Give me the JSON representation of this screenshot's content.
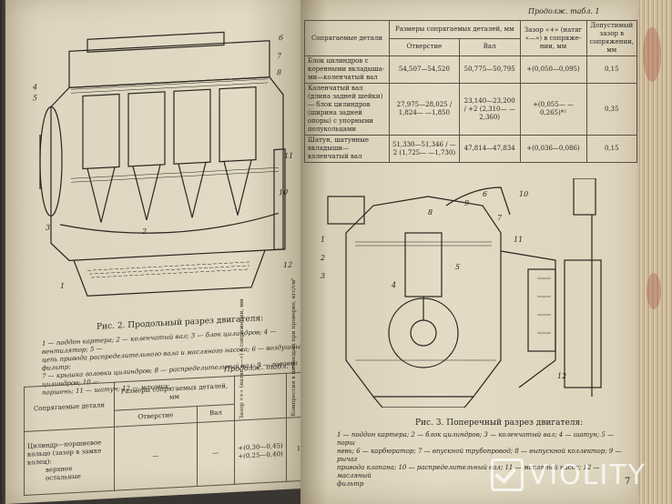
{
  "left_page": {
    "figure_caption": "Рис. 2. Продольный разрез двигателя:",
    "legend_lines": [
      "1 — поддон картера; 2 — коленчатый вал; 3 — блок цилиндров; 4 — вентилятор; 5 —",
      "цепь привода распределительного вала и масляного насоса; 6 — воздушный фильтр;",
      "7 — крышка головки цилиндров; 8 — распределительный вал; 9 — головка цилиндров; 10 —",
      "поршень; 11 — шатун; 12 — маховик"
    ],
    "table_title": "Продолж. табл. 1",
    "table": {
      "col_parts": "Сопрягаемые детали",
      "col_sizes": "Размеры сопрягаемых деталей, мм",
      "col_hole": "Отверстие",
      "col_shaft": "Вал",
      "col_gap": "Зазор «+» (натяг «—») в сопряжении, мм",
      "col_limit": "Комп­рессия в цилиндрах при проверке, кгс/см²",
      "row_label": "Цилиндр—поршне­вое кольцо (зазор в за­мке колец):",
      "row_sub1": "верхнее",
      "row_sub2": "остальные",
      "row_hole": "—",
      "row_shaft": "—",
      "row_gap1": "+(0,30—0,45)",
      "row_gap2": "+(0,25—0,40)",
      "row_limit": "1"
    }
  },
  "right_page": {
    "table_title": "Продолж. табл. 1",
    "table": {
      "col_parts": "Сопрягаемые детали",
      "col_sizes": "Размеры сопрягаемых деталей, мм",
      "col_hole": "Отверстие",
      "col_shaft": "Вал",
      "col_gap": "Зазор «+» (натяг «—») в сопряже­нии, мм",
      "col_limit": "Допустимый зазор в сопряжении, мм",
      "rows": [
        {
          "parts": "Блок цилиндров с коренными вкладыша­ми—коленчатый вал",
          "hole": "54,507—54,520",
          "shaft": "50,775—50,795",
          "gap": "+(0,050—0,095)",
          "limit": "0,15"
        },
        {
          "parts": "Коленчатый вал (длина задней шейки)— блок цилиндров (ши­рина задней опоры) с упорными полуколь­цами",
          "hole": "27,975—28,025 / 1,824— —1,850",
          "shaft": "23,140—23,200 / +2 (2,310— —2,360)",
          "gap": "+(0,055— —0,265)*²",
          "limit": "0,35"
        },
        {
          "parts": "Шатун, шатунные вкладыши—коленчатый вал",
          "hole": "51,330—51,346 / —2 (1,725— —1,730)",
          "shaft": "47,814—47,834",
          "gap": "+(0,036—0,086)",
          "limit": "0,15"
        }
      ]
    },
    "figure_caption": "Рис. 3. Поперечный разрез двигателя:",
    "legend_lines": [
      "1 — поддон картера; 2 — блок цилиндров; 3 — коленчатый вал; 4 — шатун; 5 — порш­",
      "невь; 6 — карбюратор; 7 — впускной трубопровод; 8 — выпускной коллектор; 9 — рычаг",
      "привода клапана; 10 — распределительный вал; 11 — масляный насос; 12 — масляный",
      "фильтр"
    ],
    "page_number": "7"
  },
  "watermark": "VIOLITY",
  "colors": {
    "paper": "#ddd5bf",
    "ink": "#2a2520",
    "background": "#3a3632"
  }
}
